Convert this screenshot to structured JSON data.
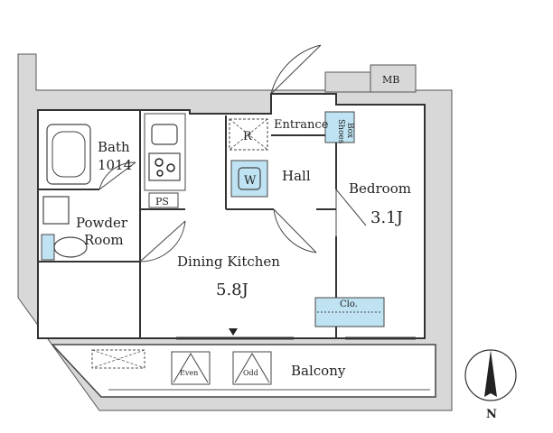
{
  "floorplan": {
    "rooms": {
      "bath": {
        "label": "Bath",
        "size": "1014"
      },
      "powder_room": {
        "label_line1": "Powder",
        "label_line2": "Room"
      },
      "dining_kitchen": {
        "label": "Dining Kitchen",
        "size": "5.8J"
      },
      "bedroom": {
        "label": "Bedroom",
        "size": "3.1J"
      },
      "entrance": {
        "label": "Entrance"
      },
      "hall": {
        "label": "Hall"
      },
      "balcony": {
        "label": "Balcony"
      }
    },
    "fixtures": {
      "shoes_box": {
        "line1": "Shoes",
        "line2": "Box"
      },
      "refrigerator": "R",
      "washer": "W",
      "pipe_space": "PS",
      "meter_box": "MB",
      "closet": "Clo.",
      "hatch_even": "Even",
      "hatch_odd": "Odd"
    },
    "compass": {
      "north_label": "N"
    }
  }
}
